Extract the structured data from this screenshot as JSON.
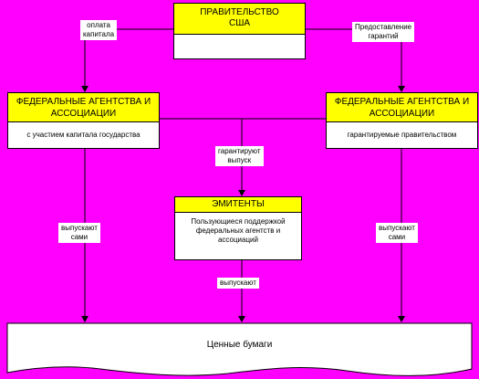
{
  "colors": {
    "background": "#ff00ff",
    "header": "#ffff00",
    "box": "#ffffff",
    "line": "#000000"
  },
  "government": {
    "title_line1": "ПРАВИТЕЛЬСТВО",
    "title_line2": "США"
  },
  "agency_left": {
    "title_line1": "ФЕДЕРАЛЬНЫЕ АГЕНТСТВА И",
    "title_line2": "АССОЦИАЦИИ",
    "subtitle": "с участием капитала государства"
  },
  "agency_right": {
    "title_line1": "ФЕДЕРАЛЬНЫЕ АГЕНТСТВА И",
    "title_line2": "АССОЦИАЦИИ",
    "subtitle": "гарантируемые правительством"
  },
  "issuers": {
    "title": "ЭМИТЕНТЫ",
    "line1": "Пользующиеся поддержкой",
    "line2": "федеральных агентств и",
    "line3": "ассоциаций"
  },
  "labels": {
    "payment_line1": "оплата",
    "payment_line2": "капитала",
    "guarantee_line1": "Предоставление",
    "guarantee_line2": "гарантий",
    "guaranteed_issue_line1": "гарантируют",
    "guaranteed_issue_line2": "выпуск",
    "issue_self_left_line1": "выпускают",
    "issue_self_left_line2": "сами",
    "issue_self_right_line1": "выпускают",
    "issue_self_right_line2": "сами",
    "issue_middle": "выпускают"
  },
  "securities": {
    "label": "Ценные бумаги"
  }
}
